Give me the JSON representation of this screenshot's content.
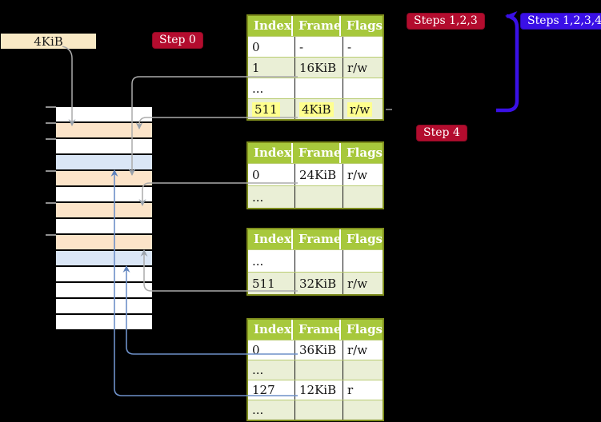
{
  "colors": {
    "background": "#000000",
    "badge_crimson": "#b30c2e",
    "badge_blue_violet": "#3a10e6",
    "table_header_green": "#a7c83c",
    "table_row_shaded_green": "#eaefd6",
    "table_border_olive": "#7f8e1d",
    "highlight_yellow": "#ffff8e",
    "memory_frame_orange": "#fce4c9",
    "memory_frame_blue": "#dae6f6",
    "memory_frame_white": "#ffffff",
    "connector_grey": "#ababab",
    "connector_steel_blue": "#6e90c8",
    "label_box_wheat": "#f9e9c5"
  },
  "label_box": {
    "text": "4KiB"
  },
  "badges": {
    "step0": "Step 0",
    "steps123": "Steps 1,2,3",
    "steps1234": "Steps 1,2,3,4",
    "step4": "Step 4"
  },
  "page_tables": [
    {
      "name": "page-table-1",
      "headers": [
        "Index",
        "Frame",
        "Flags"
      ],
      "rows": [
        {
          "cells": [
            "0",
            "-",
            "-"
          ]
        },
        {
          "cells": [
            "1",
            "16KiB",
            "r/w"
          ]
        },
        {
          "cells": [
            "...",
            "",
            ""
          ]
        },
        {
          "cells": [
            "511",
            "4KiB",
            "r/w"
          ],
          "highlight": true
        }
      ]
    },
    {
      "name": "page-table-2",
      "headers": [
        "Index",
        "Frame",
        "Flags"
      ],
      "rows": [
        {
          "cells": [
            "0",
            "24KiB",
            "r/w"
          ]
        },
        {
          "cells": [
            "...",
            "",
            ""
          ]
        }
      ]
    },
    {
      "name": "page-table-3",
      "headers": [
        "Index",
        "Frame",
        "Flags"
      ],
      "rows": [
        {
          "cells": [
            "...",
            "",
            ""
          ]
        },
        {
          "cells": [
            "511",
            "32KiB",
            "r/w"
          ]
        }
      ]
    },
    {
      "name": "page-table-4",
      "headers": [
        "Index",
        "Frame",
        "Flags"
      ],
      "rows": [
        {
          "cells": [
            "0",
            "36KiB",
            "r/w"
          ]
        },
        {
          "cells": [
            "...",
            "",
            ""
          ]
        },
        {
          "cells": [
            "127",
            "12KiB",
            "r"
          ]
        },
        {
          "cells": [
            "...",
            "",
            ""
          ]
        }
      ]
    }
  ],
  "memory": {
    "rows": [
      {
        "fill": "white"
      },
      {
        "fill": "orange"
      },
      {
        "fill": "white"
      },
      {
        "fill": "blue"
      },
      {
        "fill": "orange"
      },
      {
        "fill": "white"
      },
      {
        "fill": "orange"
      },
      {
        "fill": "white"
      },
      {
        "fill": "orange"
      },
      {
        "fill": "blue"
      },
      {
        "fill": "white"
      },
      {
        "fill": "white"
      },
      {
        "fill": "white"
      },
      {
        "fill": "white"
      }
    ]
  },
  "arrows": [
    {
      "from": "4KiB-label",
      "to": "memory-frame-4KiB",
      "color": "grey"
    },
    {
      "from": "page-table-1-index-1",
      "to": "memory-frame-16KiB",
      "color": "grey"
    },
    {
      "from": "page-table-1-index-511",
      "to": "memory-frame-4KiB",
      "color": "grey"
    },
    {
      "from": "page-table-2-index-0",
      "to": "memory-frame-24KiB",
      "color": "grey"
    },
    {
      "from": "page-table-3-index-511",
      "to": "memory-frame-32KiB",
      "color": "grey"
    },
    {
      "from": "page-table-4-index-0",
      "to": "memory-frame-36KiB",
      "color": "blue"
    },
    {
      "from": "page-table-4-index-127",
      "to": "memory-frame-12KiB",
      "color": "blue"
    },
    {
      "from": "page-table-1-row-511",
      "to": "steps-loop-back",
      "color": "blue-violet"
    }
  ]
}
